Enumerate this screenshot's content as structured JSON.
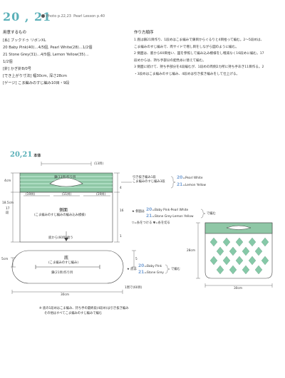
{
  "header": {
    "number": "20 , 21",
    "photo": "Photo p.22,23",
    "lesson": "Pearl Lesson p.40"
  },
  "materials": {
    "title": "用意するもの",
    "lines": [
      "[糸] ブックドゥ リボンXL",
      "20 Baby Pink(40)…4/5個, Pearl White(28)…1/2個",
      "21 Stone Grey(31)…4/5個, Lemon Yellow(35)…",
      "1/2個",
      "[針] かぎ針8/0号",
      "[でき上がり寸法] 幅30cm, 深さ28cm",
      "[ゲージ] こま編みのすじ編み10目・9段"
    ]
  },
  "procedure": {
    "title": "作り方順序",
    "lines": [
      "1 底は鎖21目作り、1段めはこま編みで鎖目からぐるりと4目拾って編む。2〜5段めは、",
      "こま編みのすじ編みで、両サイドで増し目をしながら図のように編む。",
      "2 側面は、底から60目拾い、図を参照して編み込み模様をし増減なく16段めに編む。17",
      "段めからは、持ち手部分の配色糸に替えて編む。",
      "3 側面に続けて、持ち手部分を4段編むが、1段めの両側2カ所に持ち手あき11目作る。2",
      "・3段めはこま編みのすじ編み、4段めは引き抜き編みをして仕上げる。"
    ]
  },
  "pattern": {
    "title": "20,21",
    "subtitle": "本体",
    "labels": {
      "edge13_top": "(13目)",
      "chain13": "鎖(13目)作り目",
      "stitch_note_1": "引き抜き編み1段",
      "stitch_note_2": "こま編みのすじ編み3段",
      "left19": "(19目)",
      "mid11": "(11目)",
      "right19": "(19目)",
      "h4cm": "4cm",
      "h185cm": "18.5cm",
      "h17": "17",
      "h17b": "段",
      "r4": "4",
      "r16": "16",
      "r1": "1",
      "side_title": "側面",
      "side_sub": "(こま編みのすじ編みの編み込み模様)",
      "bottom_pickup": "底から(60目)拾う",
      "h5cm": "5cm",
      "r5": "5",
      "base_title": "底",
      "base_sub": "(こま編みのすじ編み)",
      "base_chain": "鎖(21目)作り目",
      "one_round": "1周で(60目)",
      "w30a": "30cm",
      "w30b": "30cm",
      "h28cm": "28cm"
    },
    "legend": {
      "group1": [
        {
          "num": "20",
          "text": "=Pearl White"
        },
        {
          "num": "21",
          "text": "=Lemon Yellow"
        }
      ],
      "group2_head": "★ 側面は",
      "group2": [
        {
          "num": "20",
          "text": "=Baby Pink-Pearl White"
        },
        {
          "num": "21",
          "text": "=Stone Grey-Lemon Yellow"
        }
      ],
      "group2_tail": "で編む",
      "group3_head": "★ 底は",
      "group3": [
        {
          "num": "20",
          "text": "=Baby Pink"
        },
        {
          "num": "21",
          "text": "=Stone Grey"
        }
      ],
      "group3_tail": "で編む",
      "side_note": "▽=糸をつける  ▼=糸を切る"
    },
    "footnote": [
      "※ 底の1段めはこま編み、持ち手の最終段(4段め)は引き抜き編み",
      "その他はすべてこま編みのすじ編みで編む"
    ]
  },
  "colors": {
    "accent": "#5ab0b8",
    "bag_green": "#8fc7a6",
    "diamond": "#86c9a8",
    "legend_num": "#7aa3d6"
  }
}
